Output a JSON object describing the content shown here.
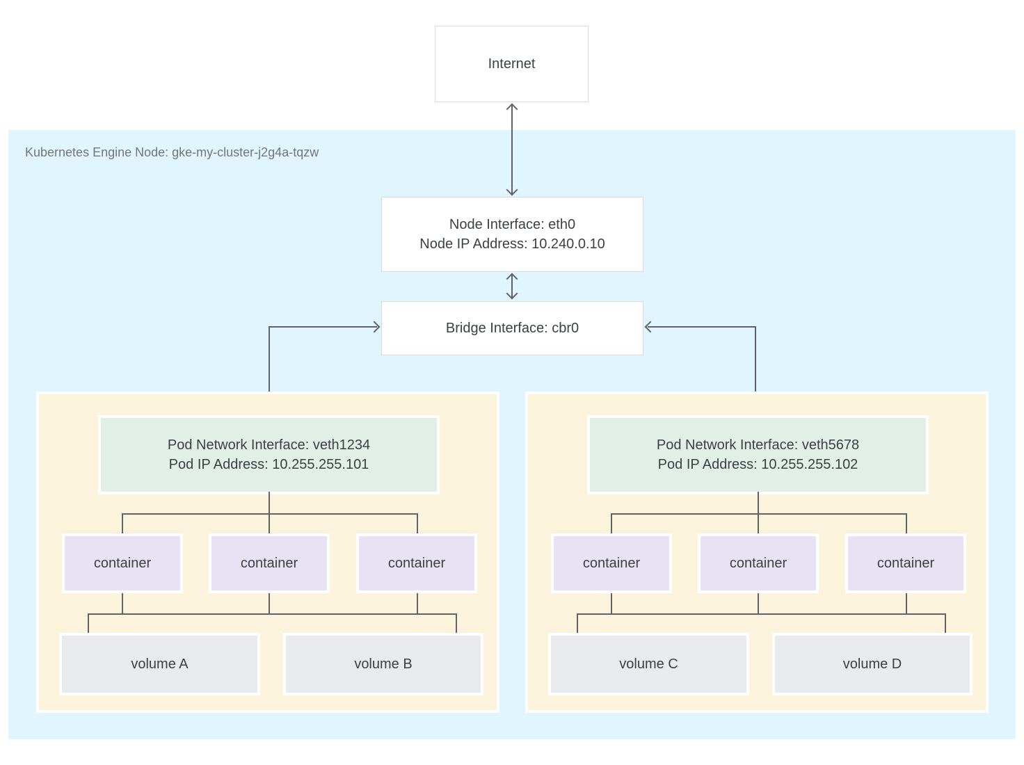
{
  "diagram": {
    "internet_label": "Internet",
    "node_zone_label": "Kubernetes Engine Node: gke-my-cluster-j2g4a-tqzw",
    "node_interface": {
      "line1": "Node Interface: eth0",
      "line2": "Node IP Address: 10.240.0.10"
    },
    "bridge_interface": {
      "label": "Bridge Interface: cbr0"
    },
    "pods": [
      {
        "interface_line1": "Pod Network Interface: veth1234",
        "interface_line2": "Pod IP Address: 10.255.255.101",
        "containers": [
          "container",
          "container",
          "container"
        ],
        "volumes": [
          "volume A",
          "volume B"
        ]
      },
      {
        "interface_line1": "Pod Network Interface: veth5678",
        "interface_line2": "Pod IP Address: 10.255.255.102",
        "containers": [
          "container",
          "container",
          "container"
        ],
        "volumes": [
          "volume C",
          "volume D"
        ]
      }
    ],
    "colors": {
      "node_zone_bg": "#E1F5FE",
      "pod_bg": "#FBF3DC",
      "interface_bg": "#E1EFE6",
      "container_bg": "#E7E3F4",
      "volume_bg": "#E8EAED",
      "connector": "#5F6368",
      "box_border": "#D9D9D9",
      "text": "#3C4043",
      "zone_label_text": "#757575"
    }
  }
}
